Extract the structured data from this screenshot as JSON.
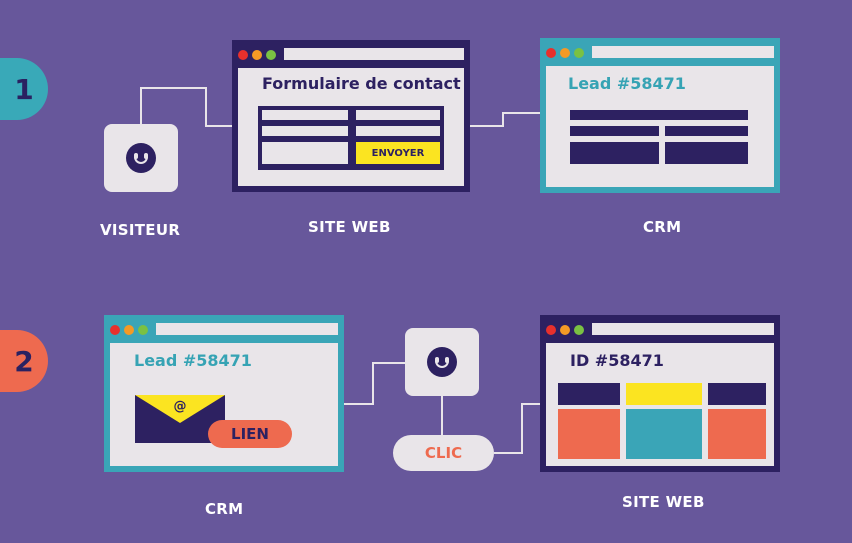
{
  "steps": [
    {
      "number": "1"
    },
    {
      "number": "2"
    }
  ],
  "row1": {
    "visitor_label": "VISITEUR",
    "site_label": "SITE WEB",
    "crm_label": "CRM",
    "form_title": "Formulaire de contact",
    "submit_label": "ENVOYER",
    "lead_title": "Lead #58471"
  },
  "row2": {
    "crm_label": "CRM",
    "site_label": "SITE WEB",
    "lead_title": "Lead #58471",
    "envelope_symbol": "@",
    "link_label": "LIEN",
    "click_label": "CLIC",
    "id_title": "ID #58471"
  },
  "icons": [
    "smiley-face-icon",
    "envelope-icon"
  ],
  "colors": {
    "background": "#67579b",
    "navy": "#2d2161",
    "teal": "#3aa5b7",
    "coral": "#ee6a4f",
    "yellow": "#fbe421",
    "light": "#e9e5e9"
  }
}
